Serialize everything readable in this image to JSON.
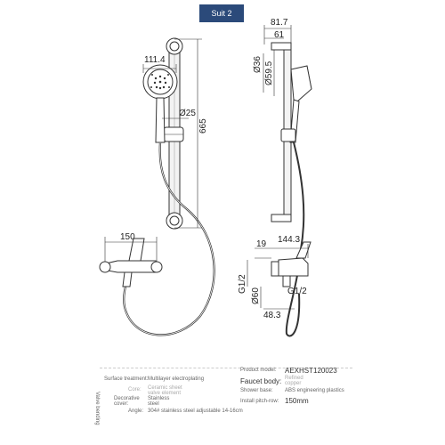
{
  "badge": "Suit 2",
  "dims": {
    "w111": "111.4",
    "d25": "Ø25",
    "h665": "665",
    "w150": "150",
    "w81": "81.7",
    "w61": "61",
    "d36": "Ø36",
    "d59": "Ø59.5",
    "w19": "19",
    "w144": "144.3",
    "g12a": "G1/2",
    "d60": "Ø60",
    "g12b": "G1/2",
    "w48": "48.3"
  },
  "specs": {
    "surface_label": "Surface treatment:",
    "surface_value": "Multilayer electroplating",
    "core_label": "Core:",
    "core_value_1": "Ceramic sheet",
    "core_value_2": "valve element",
    "deco_label_1": "Decorative",
    "deco_label_2": "cover:",
    "deco_value_1": "Stainless",
    "deco_value_2": "steel",
    "angle_label": "Angle:",
    "angle_value": "304# stainless steel adjustable 14-16cm",
    "model_label": "Product model:",
    "model_value": "AEXHST120023",
    "body_label": "Faucet body:",
    "body_value_1": "Refined",
    "body_value_2": "copper",
    "base_label": "Shower base:",
    "base_value": "ABS engineering plastics",
    "pitch_label": "Install pitch-row:",
    "pitch_value": "150mm",
    "vertical_label": "Valve bending"
  }
}
